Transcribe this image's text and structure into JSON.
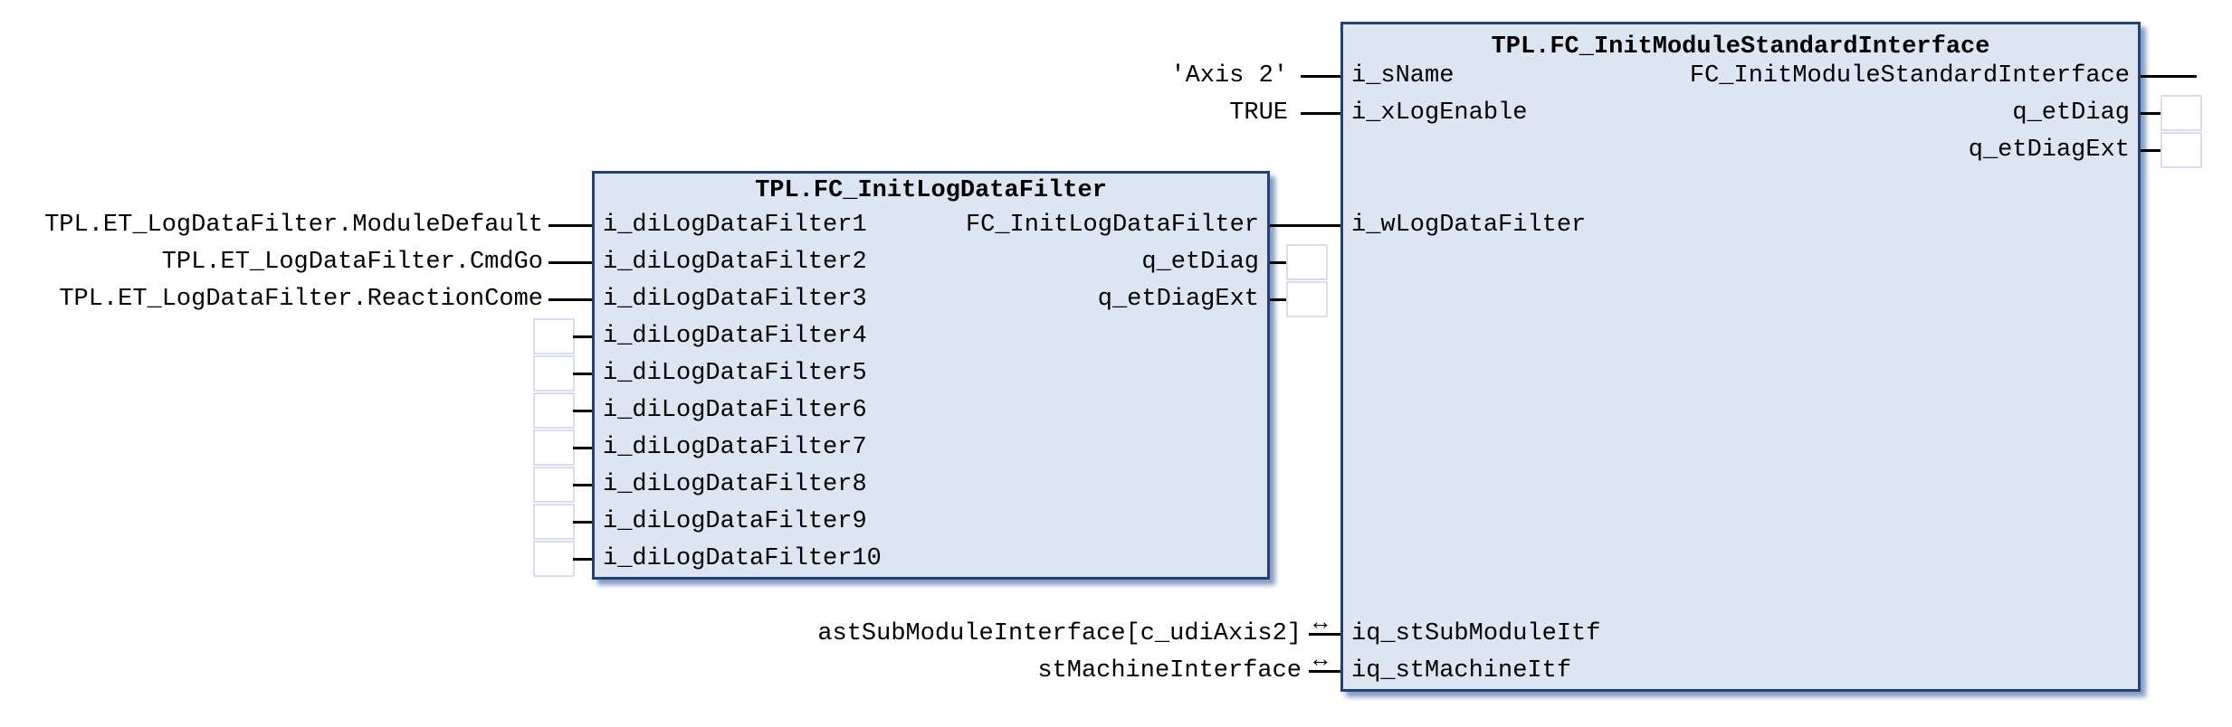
{
  "diagram": {
    "editor": "FBD network",
    "inout_symbol": "↔",
    "colors": {
      "background": "#ffffff",
      "block_fill": "#dde4f2",
      "block_border": "#26416f",
      "wire": "#000000",
      "empty_box_border": "#d8dcef",
      "shadow": "#7a92c0"
    }
  },
  "blocks": [
    {
      "title": "TPL.FC_InitLogDataFilter",
      "inputs": [
        {
          "pin": "i_diLogDataFilter1",
          "value": "TPL.ET_LogDataFilter.ModuleDefault"
        },
        {
          "pin": "i_diLogDataFilter2",
          "value": "TPL.ET_LogDataFilter.CmdGo"
        },
        {
          "pin": "i_diLogDataFilter3",
          "value": "TPL.ET_LogDataFilter.ReactionCome"
        },
        {
          "pin": "i_diLogDataFilter4",
          "value": ""
        },
        {
          "pin": "i_diLogDataFilter5",
          "value": ""
        },
        {
          "pin": "i_diLogDataFilter6",
          "value": ""
        },
        {
          "pin": "i_diLogDataFilter7",
          "value": ""
        },
        {
          "pin": "i_diLogDataFilter8",
          "value": ""
        },
        {
          "pin": "i_diLogDataFilter9",
          "value": ""
        },
        {
          "pin": "i_diLogDataFilter10",
          "value": ""
        }
      ],
      "outputs": [
        {
          "pin": "FC_InitLogDataFilter",
          "connected_to": "i_wLogDataFilter"
        },
        {
          "pin": "q_etDiag",
          "value": ""
        },
        {
          "pin": "q_etDiagExt",
          "value": ""
        }
      ]
    },
    {
      "title": "TPL.FC_InitModuleStandardInterface",
      "inputs": [
        {
          "pin": "i_sName",
          "value": "'Axis 2'"
        },
        {
          "pin": "i_xLogEnable",
          "value": "TRUE"
        },
        {
          "pin": "i_wLogDataFilter",
          "value": ""
        },
        {
          "pin": "iq_stSubModuleItf",
          "value": "astSubModuleInterface[c_udiAxis2]",
          "inout": true
        },
        {
          "pin": "iq_stMachineItf",
          "value": "stMachineInterface",
          "inout": true
        }
      ],
      "outputs": [
        {
          "pin": "FC_InitModuleStandardInterface",
          "connected_to": ""
        },
        {
          "pin": "q_etDiag",
          "value": ""
        },
        {
          "pin": "q_etDiagExt",
          "value": ""
        }
      ]
    }
  ]
}
